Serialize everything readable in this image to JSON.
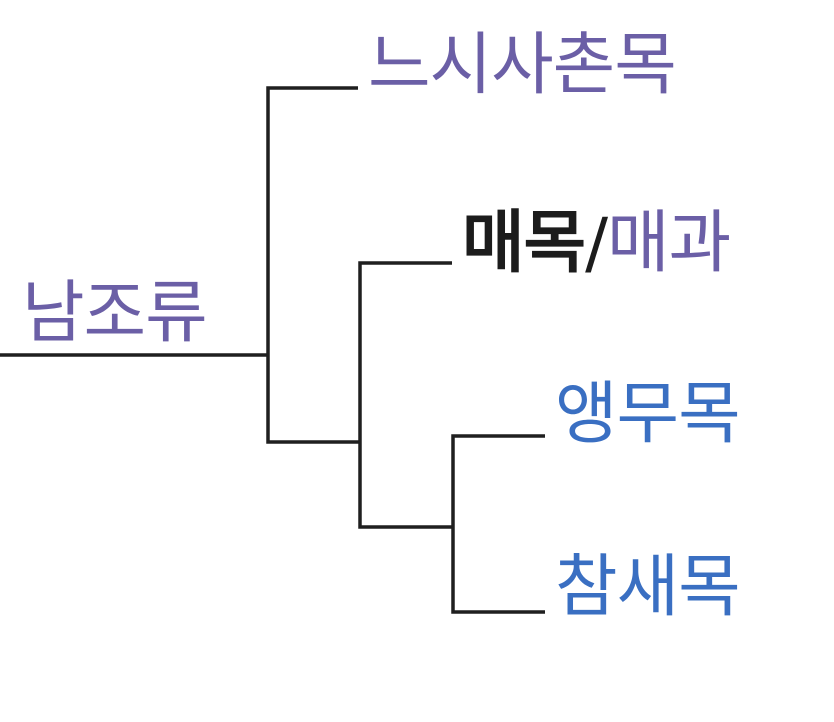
{
  "tree": {
    "root": {
      "label": "남조류"
    },
    "leaves": {
      "nsachonmok": "느시사촌목",
      "maemok_bold": "매목",
      "maemok_slash": "/",
      "maegwa": "매과",
      "aengmumok": "앵무목",
      "chamsaemok": "참새목"
    }
  },
  "colors": {
    "purple": "#6b5fa6",
    "blue": "#3a6fc2",
    "line": "#1f1f1f"
  }
}
